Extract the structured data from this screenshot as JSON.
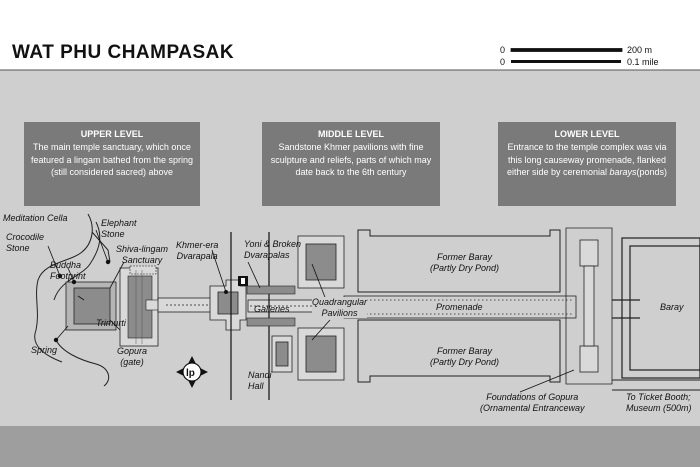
{
  "title": "WAT PHU CHAMPASAK",
  "scale": {
    "metric": {
      "start": "0",
      "end": "200 m"
    },
    "imperial": {
      "start": "0",
      "end": "0.1 mile"
    }
  },
  "info_boxes": {
    "upper": {
      "heading": "UPPER LEVEL",
      "text": "The main temple sanctuary, which once featured a lingam bathed from the spring (still considered sacred) above"
    },
    "middle": {
      "heading": "MIDDLE LEVEL",
      "text": "Sandstone Khmer pavilions with fine sculpture and reliefs, parts of which may date back to the 6th century"
    },
    "lower": {
      "heading": "LOWER LEVEL",
      "text_before": "Entrance to the temple complex was via this long causeway promenade, flanked either side by ceremonial ",
      "text_italic": "barays",
      "text_after": "(ponds)"
    }
  },
  "labels": {
    "meditation_cella": "Meditation Cella",
    "elephant_stone": "Elephant\nStone",
    "crocodile_stone": "Crocodile\nStone",
    "buddha_footprint": "Buddha\nFootprint",
    "shiva_lingam": "Shiva-lingam\nSanctuary",
    "trimurti": "Trimurti",
    "spring": "Spring",
    "gopura": "Gopura\n(gate)",
    "khmer_dvarapala": "Khmer-era\nDvarapala",
    "yoni": "Yoni & Broken\nDvarapalas",
    "galleries": "Galleries",
    "quadrangular": "Quadrangular\nPavilions",
    "nandi_hall": "Nandi\nHall",
    "former_baray_top": "Former Baray\n(Partly Dry Pond)",
    "former_baray_bottom": "Former Baray\n(Partly Dry Pond)",
    "promenade": "Promenade",
    "foundations": "Foundations of Gopura\n(Ornamental Entranceway",
    "baray": "Baray",
    "ticket": "To Ticket Booth;\nMuseum (500m)"
  },
  "colors": {
    "map_bg": "#cfcfcf",
    "frame": "#9e9e9e",
    "box": "#7a7a7a",
    "building": "#8c8c8c"
  }
}
